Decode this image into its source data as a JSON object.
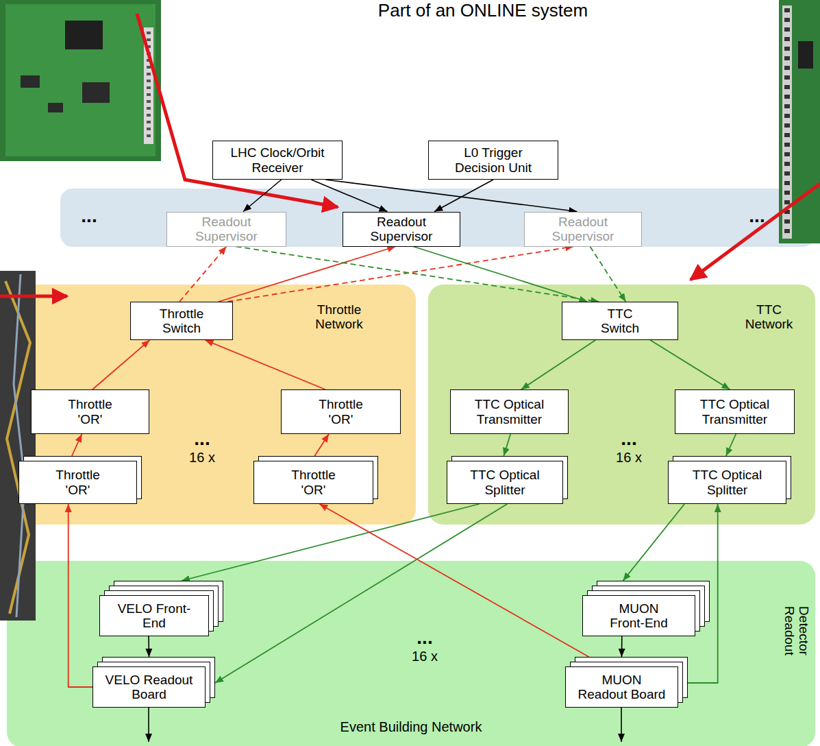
{
  "diagram": {
    "title": "Part of an ONLINE system",
    "nodes": [
      {
        "text": [
          "LHC Clock/Orbit Receiver"
        ]
      },
      {
        "text": [
          "L0 Trigger Decision Unit"
        ]
      },
      {
        "text": [
          "Readout Supervisor"
        ]
      },
      {
        "text": [
          "Readout Supervisor"
        ]
      },
      {
        "text": [
          "Readout Supervisor"
        ]
      },
      {
        "text": [
          "Throttle Network"
        ]
      },
      {
        "text": [
          "Throttle Switch"
        ],
        "in": 5
      },
      {
        "text": [
          "Throttle 'OR'"
        ],
        "in": 5
      },
      {
        "text": [
          "Throttle 'OR'"
        ],
        "in": 5
      },
      {
        "text": [
          "Throttle 'OR'"
        ],
        "in": 5
      },
      {
        "text": [
          "Throttle 'OR'"
        ],
        "in": 5
      },
      {
        "text": [
          "TTC Network"
        ]
      },
      {
        "text": [
          "TTC Switch"
        ],
        "in": 11
      },
      {
        "text": [
          "TTC Optical Transmitter"
        ],
        "in": 11
      },
      {
        "text": [
          "TTC Optical Transmitter"
        ],
        "in": 11
      },
      {
        "text": [
          "TTC Optical Splitter"
        ],
        "in": 11
      },
      {
        "text": [
          "TTC Optical Splitter"
        ],
        "in": 11
      },
      {
        "text": [
          "Event Building Network",
          "Detector Readout"
        ]
      },
      {
        "text": [
          "VELO Front-End"
        ],
        "in": 17
      },
      {
        "text": [
          "VELO Readout Board"
        ],
        "in": 17
      },
      {
        "text": [
          "MUON Front-End"
        ],
        "in": 17
      },
      {
        "text": [
          "MUON Readout Board"
        ],
        "in": 17
      }
    ],
    "edges": [
      {
        "from": 0,
        "to": 2,
        "arrow": "to"
      },
      {
        "from": 0,
        "to": 3,
        "arrow": "to"
      },
      {
        "from": 0,
        "to": 4,
        "arrow": "to"
      },
      {
        "from": 1,
        "to": 3,
        "arrow": "to"
      },
      {
        "from": 6,
        "to": 2,
        "arrow": "to"
      },
      {
        "from": 6,
        "to": 3,
        "arrow": "to"
      },
      {
        "from": 6,
        "to": 4,
        "arrow": "to"
      },
      {
        "from": 2,
        "to": 12,
        "arrow": "to"
      },
      {
        "from": 3,
        "to": 12,
        "arrow": "to"
      },
      {
        "from": 4,
        "to": 12,
        "arrow": "to"
      },
      {
        "from": 7,
        "to": 6,
        "arrow": "to"
      },
      {
        "from": 8,
        "to": 6,
        "arrow": "to"
      },
      {
        "from": 9,
        "to": 7,
        "arrow": "to"
      },
      {
        "from": 10,
        "to": 8,
        "arrow": "to"
      },
      {
        "from": 12,
        "to": 13,
        "arrow": "to"
      },
      {
        "from": 12,
        "to": 14,
        "arrow": "to"
      },
      {
        "from": 13,
        "to": 15,
        "arrow": "to"
      },
      {
        "from": 14,
        "to": 16,
        "arrow": "to"
      },
      {
        "from": 15,
        "to": 18,
        "arrow": "to"
      },
      {
        "from": 15,
        "to": 19,
        "arrow": "to"
      },
      {
        "from": 16,
        "to": 20,
        "arrow": "to"
      },
      {
        "from": 21,
        "to": 16,
        "arrow": "to"
      },
      {
        "from": 19,
        "to": 9,
        "arrow": "to"
      },
      {
        "from": 21,
        "to": 10,
        "arrow": "to"
      },
      {
        "from": 18,
        "to": 19,
        "arrow": "to"
      },
      {
        "from": 20,
        "to": 21,
        "arrow": "to"
      }
    ],
    "labels": [
      "...",
      "...",
      "...",
      "16 x",
      "...",
      "16 x",
      "...",
      "16 x"
    ]
  }
}
